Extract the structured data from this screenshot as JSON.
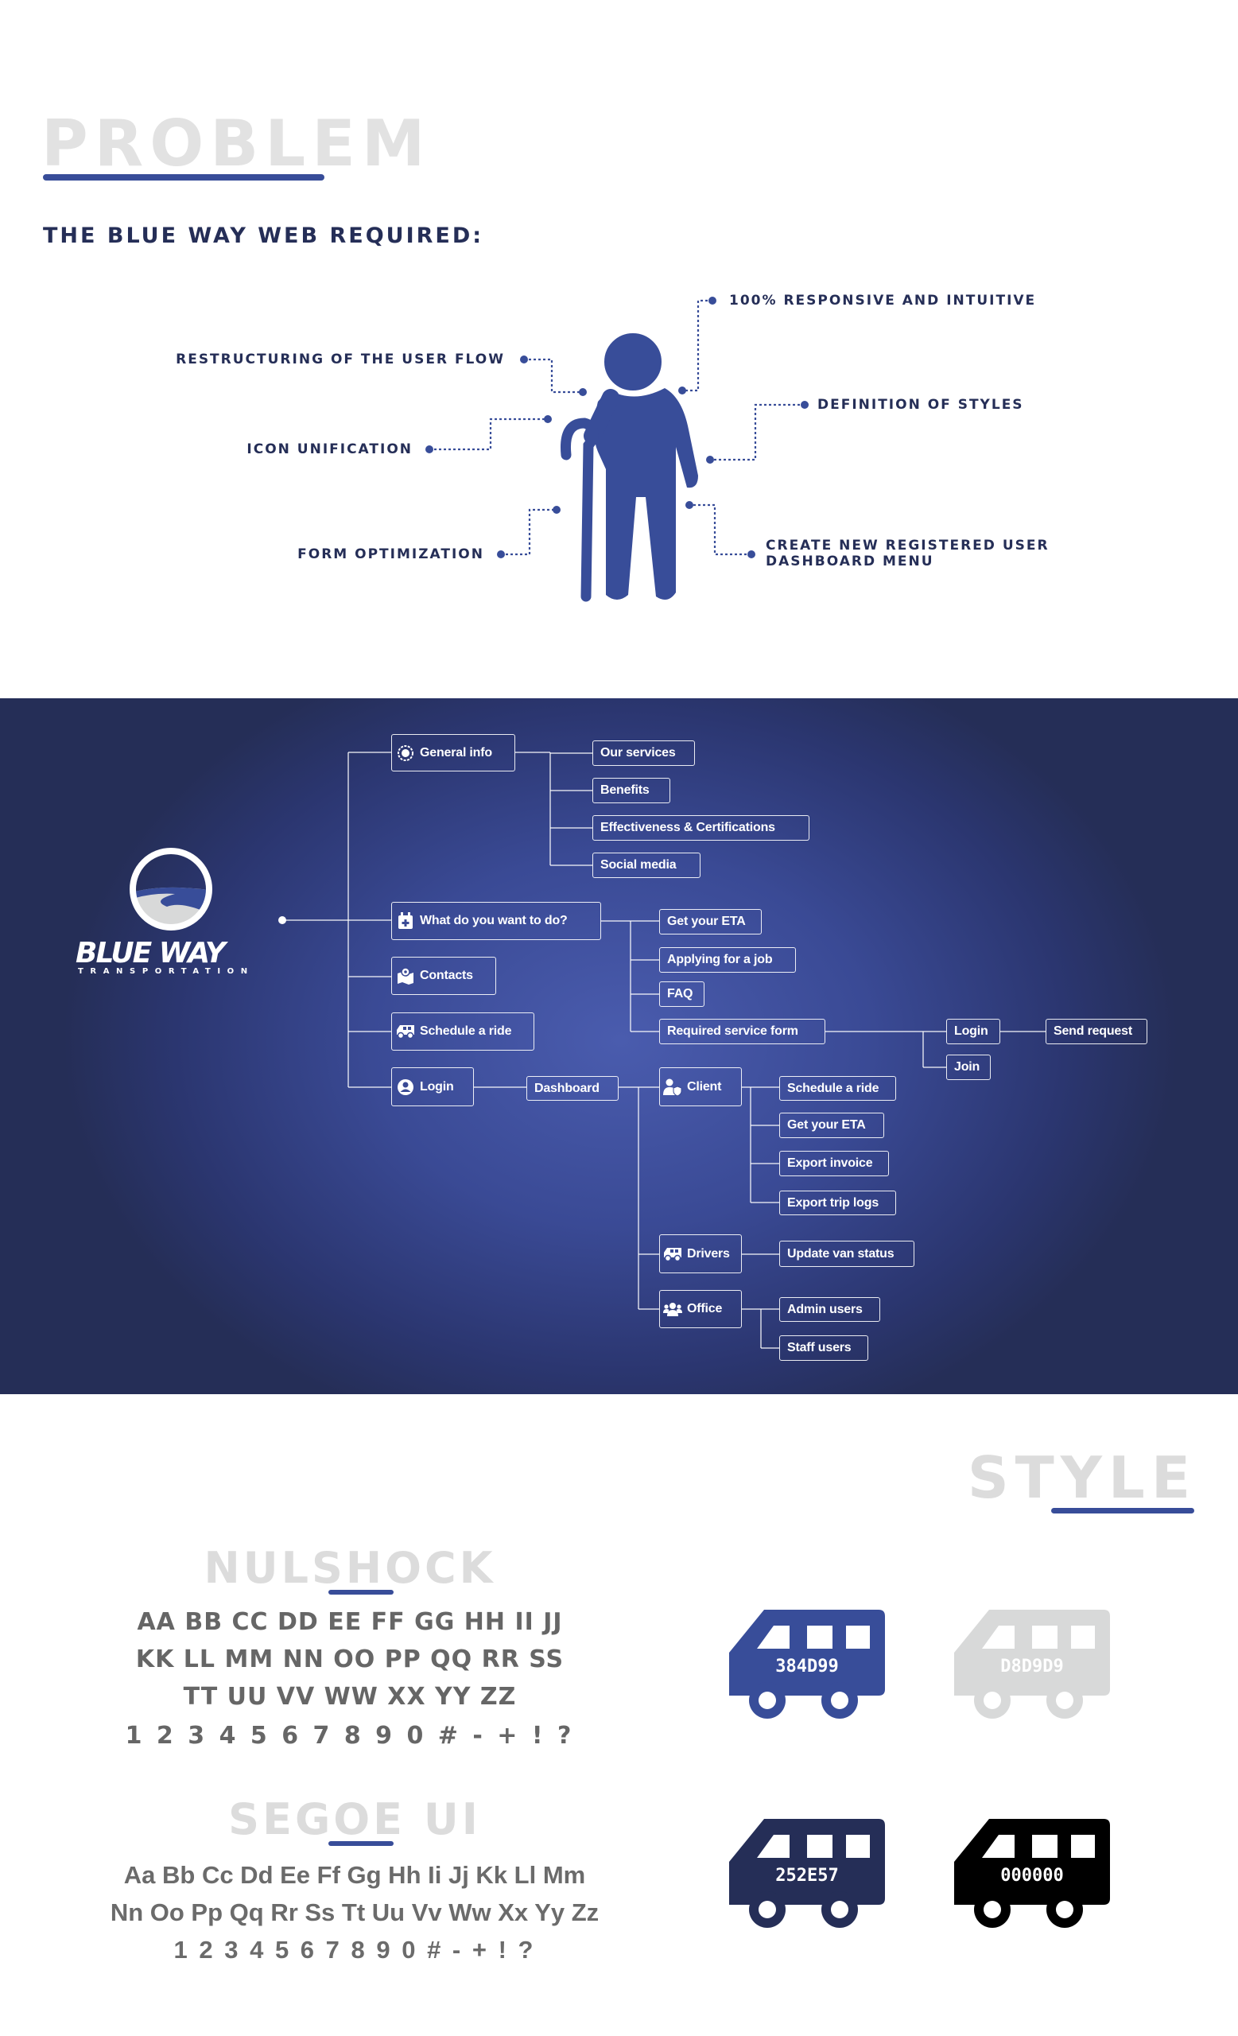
{
  "problem": {
    "title": "PROBLEM",
    "subtitle": "THE BLUE WAY WEB REQUIRED:",
    "requirements": {
      "responsive": "100% RESPONSIVE AND INTUITIVE",
      "restructuring": "RESTRUCTURING OF THE USER FLOW",
      "definition": "DEFINITION OF STYLES",
      "icons": "ICON UNIFICATION",
      "form": "FORM OPTIMIZATION",
      "dashboard_line1": "CREATE NEW REGISTERED USER",
      "dashboard_line2": "DASHBOARD MENU"
    }
  },
  "sitemap": {
    "logo": {
      "name": "BLUE WAY",
      "tagline": "TRANSPORTATION"
    },
    "general_info": "General info",
    "our_services": "Our services",
    "benefits": "Benefits",
    "effectiveness": "Effectiveness & Certifications",
    "social_media": "Social media",
    "what_do": "What do you want to do?",
    "get_eta": "Get your ETA",
    "applying": "Applying for a job",
    "faq": "FAQ",
    "required_form": "Required service form",
    "form_login": "Login",
    "send_request": "Send request",
    "join": "Join",
    "contacts": "Contacts",
    "schedule": "Schedule a ride",
    "login": "Login",
    "dashboard": "Dashboard",
    "client": "Client",
    "client_schedule": "Schedule a ride",
    "client_eta": "Get your ETA",
    "export_invoice": "Export invoice",
    "export_logs": "Export trip logs",
    "drivers": "Drivers",
    "update_van": "Update van status",
    "office": "Office",
    "admin_users": "Admin users",
    "staff_users": "Staff users"
  },
  "style": {
    "title": "STYLE",
    "font1": {
      "name": "NULSHOCK",
      "rows": [
        "AA BB CC DD EE FF GG HH II JJ",
        "KK LL MM NN OO PP QQ RR SS",
        "TT UU VV WW XX YY ZZ",
        "1 2 3 4 5 6 7 8 9 0 # - + ! ?"
      ]
    },
    "font2": {
      "name": "SEGOE UI",
      "rows": [
        "Aa Bb Cc Dd Ee Ff Gg Hh Ii Jj Kk Ll Mm",
        "Nn Oo Pp Qq Rr Ss Tt Uu Vv Ww Xx Yy Zz",
        "1 2 3 4 5 6 7 8 9 0 # - + ! ?"
      ]
    },
    "colors": [
      {
        "label": "384D99",
        "hex": "#384D99"
      },
      {
        "label": "D8D9D9",
        "hex": "#D8D9D9"
      },
      {
        "label": "252E57",
        "hex": "#252E57"
      },
      {
        "label": "000000",
        "hex": "#000000"
      }
    ]
  }
}
